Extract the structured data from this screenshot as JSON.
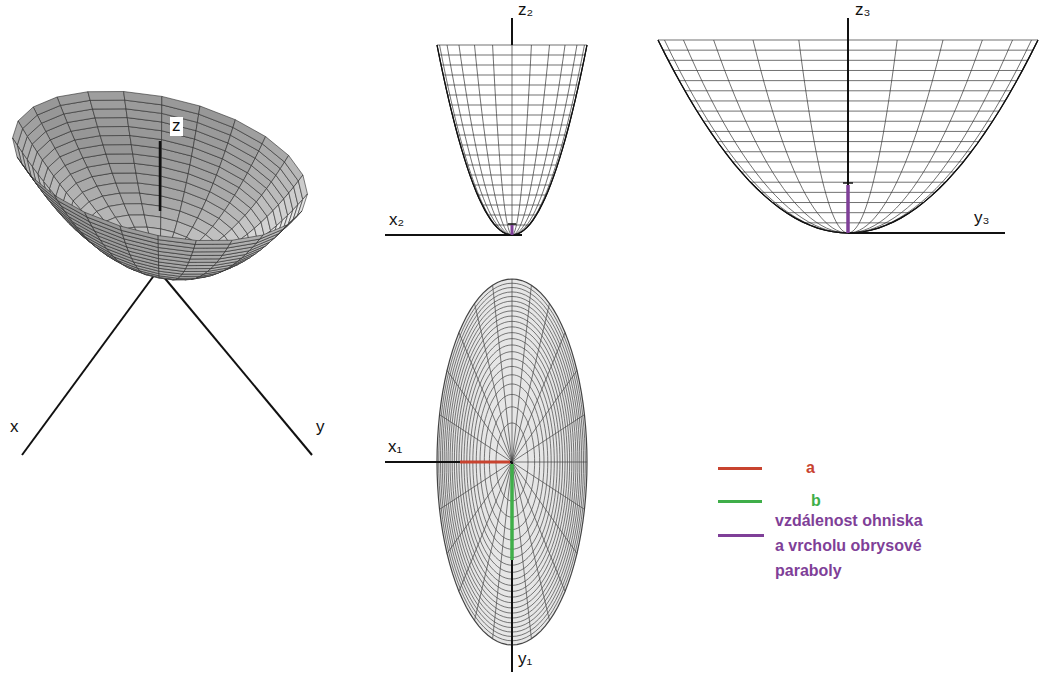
{
  "diagram": {
    "labels": [
      "z",
      "x",
      "y",
      "z₂",
      "x₂",
      "z₃",
      "y₃",
      "x₁",
      "y₁"
    ],
    "legend": [
      {
        "text": "a",
        "color": "#c8432f"
      },
      {
        "text": "b",
        "color": "#3fae49"
      },
      {
        "text": "vzdálenost ohniska a vrcholu obrysové paraboly",
        "color": "#7f3f98"
      }
    ]
  }
}
